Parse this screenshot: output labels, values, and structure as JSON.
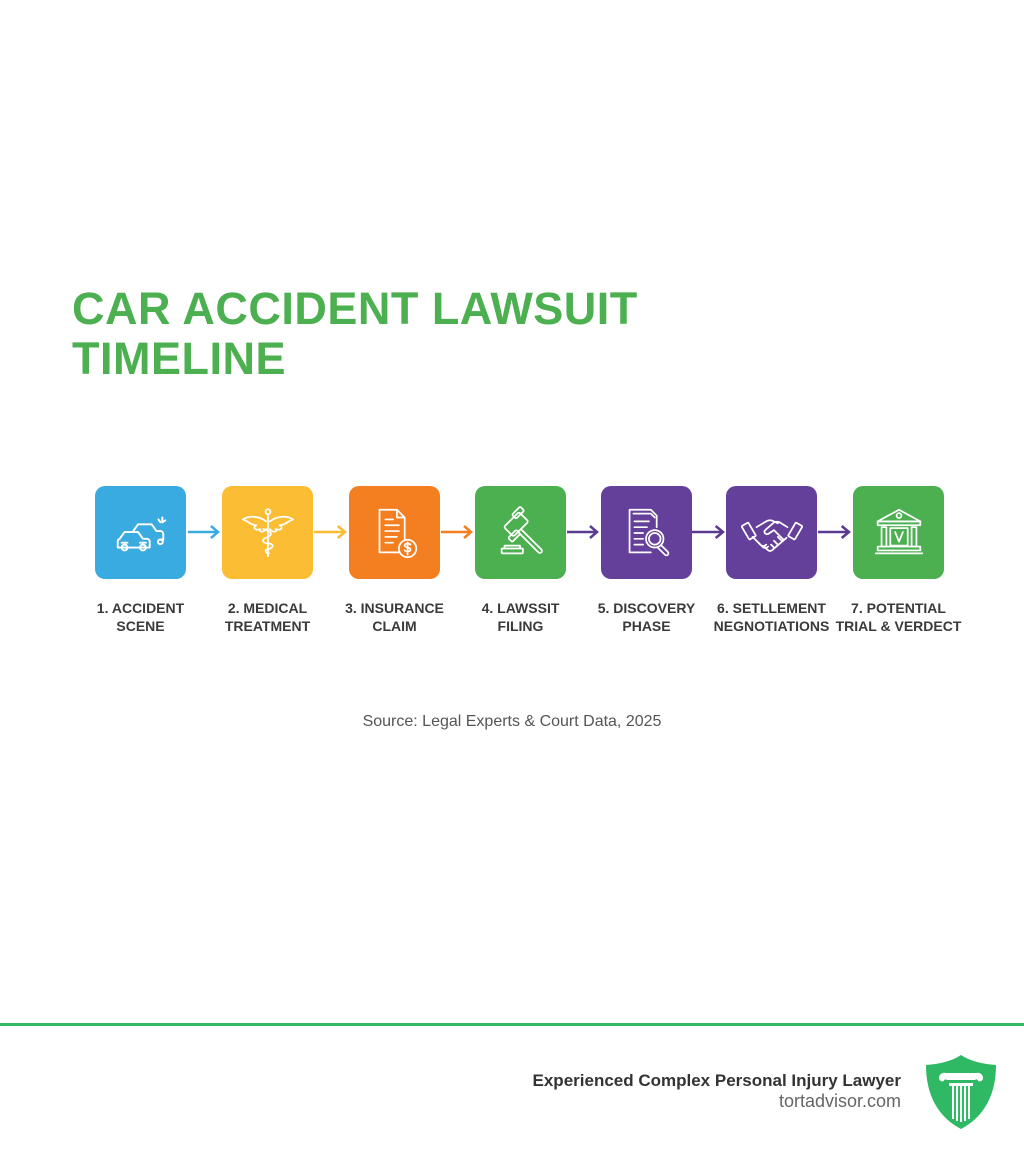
{
  "title": {
    "line1": "CAR ACCIDENT LAWSUIT",
    "line2": "TIMELINE",
    "color": "#4caf50"
  },
  "steps": [
    {
      "number": 1,
      "label_line1": "1. ACCIDENT",
      "label_line2": "SCENE",
      "icon": "car-crash-icon",
      "color": "#3aabe0"
    },
    {
      "number": 2,
      "label_line1": "2. MEDICAL",
      "label_line2": "TREATMENT",
      "icon": "caduceus-icon",
      "color": "#fbbd34"
    },
    {
      "number": 3,
      "label_line1": "3. INSURANCE",
      "label_line2": "CLAIM",
      "icon": "document-dollar-icon",
      "color": "#f47f20"
    },
    {
      "number": 4,
      "label_line1": "4. LAWSSIT",
      "label_line2": "FILING",
      "icon": "gavel-icon",
      "color": "#4caf50"
    },
    {
      "number": 5,
      "label_line1": "5. DISCOVERY",
      "label_line2": "PHASE",
      "icon": "document-search-icon",
      "color": "#64409a"
    },
    {
      "number": 6,
      "label_line1": "6. SETLLEMENT",
      "label_line2": "NEGNOTIATIONS",
      "icon": "handshake-icon",
      "color": "#64409a"
    },
    {
      "number": 7,
      "label_line1": "7. POTENTIAL",
      "label_line2": "TRIAL & VERDECT",
      "icon": "courthouse-icon",
      "color": "#4caf50"
    }
  ],
  "arrows": [
    {
      "from": 1,
      "to": 2,
      "color": "#3aabe0"
    },
    {
      "from": 2,
      "to": 3,
      "color": "#fbbd34"
    },
    {
      "from": 3,
      "to": 4,
      "color": "#f47f20"
    },
    {
      "from": 4,
      "to": 5,
      "color": "#5a3b8f"
    },
    {
      "from": 5,
      "to": 6,
      "color": "#5a3b8f"
    },
    {
      "from": 6,
      "to": 7,
      "color": "#5a3b8f"
    }
  ],
  "source": "Source: Legal Experts & Court Data, 2025",
  "footer": {
    "rule_color": "#36b960",
    "tagline": "Experienced Complex Personal Injury Lawyer",
    "site": "tortadvisor.com",
    "logo_icon": "shield-pillar-icon",
    "logo_color": "#2fb964"
  }
}
